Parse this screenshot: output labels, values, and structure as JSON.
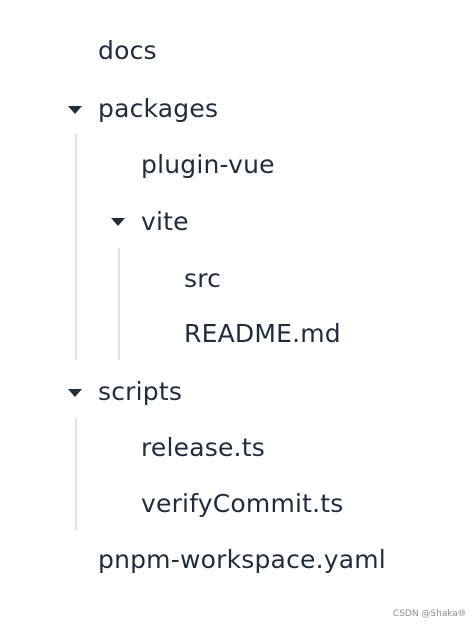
{
  "tree": {
    "docs": "docs",
    "packages": {
      "label": "packages",
      "children": {
        "plugin_vue": "plugin-vue",
        "vite": {
          "label": "vite",
          "children": {
            "src": "src",
            "readme": "README.md"
          }
        }
      }
    },
    "scripts": {
      "label": "scripts",
      "children": {
        "release": "release.ts",
        "verify_commit": "verifyCommit.ts"
      }
    },
    "pnpm_workspace": "pnpm-workspace.yaml"
  },
  "watermark": "CSDN @Shaka⑩",
  "icons": {
    "expanded": "caret-down-icon"
  },
  "colors": {
    "text": "#1f2d3d",
    "guide": "#dfe3e8"
  }
}
